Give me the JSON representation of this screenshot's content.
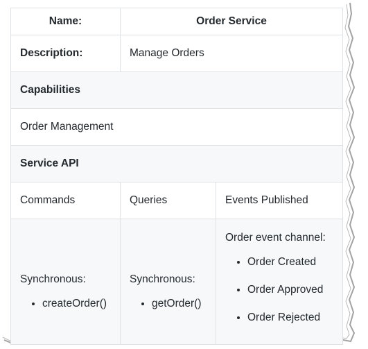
{
  "header": {
    "name_label": "Name:",
    "name_value": "Order Service"
  },
  "description": {
    "label": "Description:",
    "value": "Manage Orders"
  },
  "capabilities": {
    "heading": "Capabilities",
    "items": [
      "Order Management"
    ]
  },
  "service_api": {
    "heading": "Service API",
    "columns": [
      "Commands",
      "Queries",
      "Events Published"
    ],
    "commands": {
      "kind": "Synchronous:",
      "items": [
        "createOrder()"
      ]
    },
    "queries": {
      "kind": "Synchronous:",
      "items": [
        "getOrder()"
      ]
    },
    "events": {
      "channel": "Order event channel:",
      "items": [
        "Order Created",
        "Order Approved",
        "Order Rejected"
      ]
    }
  }
}
